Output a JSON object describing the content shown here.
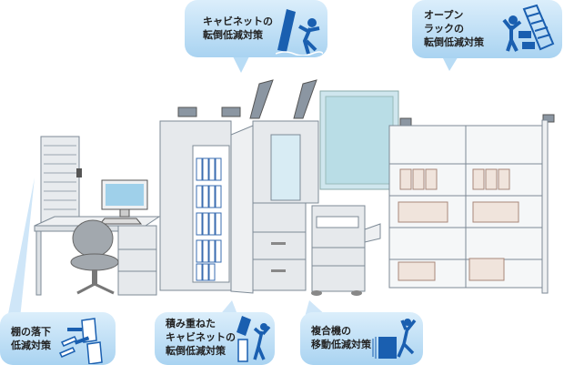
{
  "callouts": {
    "cabinet": {
      "lines": [
        "キャビネットの",
        "転倒低減対策"
      ],
      "icon": "falling-cabinet-icon"
    },
    "open_rack": {
      "lines": [
        "オープン",
        "ラックの",
        "転倒低減対策"
      ],
      "icon": "falling-rack-icon"
    },
    "shelf": {
      "lines": [
        "棚の落下",
        "低減対策"
      ],
      "icon": "falling-shelf-items-icon"
    },
    "stacked_cabinet": {
      "lines": [
        "積み重ねた",
        "キャビネットの",
        "転倒低減対策"
      ],
      "icon": "falling-stacked-cabinet-icon"
    },
    "copier": {
      "lines": [
        "複合機の",
        "移動低減対策"
      ],
      "icon": "moving-copier-icon"
    }
  },
  "colors": {
    "bubble": "#b8dcf5",
    "icon": "#1a5fb0",
    "furniture": "#e6e9ec",
    "outline": "#7d8a96"
  }
}
